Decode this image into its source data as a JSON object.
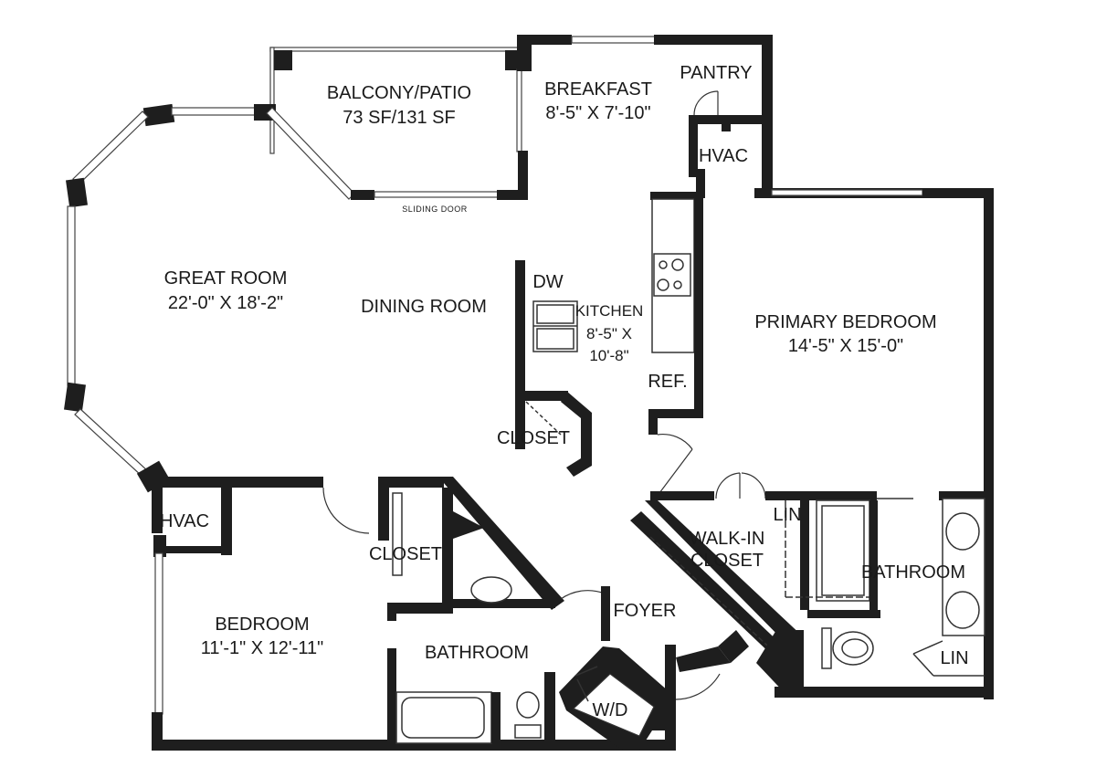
{
  "rooms": {
    "balcony": {
      "name": "BALCONY/PATIO",
      "size": "73 SF/131 SF"
    },
    "breakfast": {
      "name": "BREAKFAST",
      "size": "8'-5\" X 7'-10\""
    },
    "pantry": {
      "name": "PANTRY"
    },
    "hvac_top": {
      "name": "HVAC"
    },
    "great_room": {
      "name": "GREAT ROOM",
      "size": "22'-0\" X 18'-2\""
    },
    "dining_room": {
      "name": "DINING ROOM"
    },
    "dw": {
      "name": "DW"
    },
    "kitchen": {
      "name": "KITCHEN",
      "size_line1": "8'-5\" X",
      "size_line2": "10'-8\""
    },
    "ref": {
      "name": "REF."
    },
    "closet_kitchen": {
      "name": "CLOSET"
    },
    "primary_bedroom": {
      "name": "PRIMARY BEDROOM",
      "size": "14'-5\" X 15'-0\""
    },
    "hvac_left": {
      "name": "HVAC"
    },
    "closet_bedroom": {
      "name": "CLOSET"
    },
    "bedroom": {
      "name": "BEDROOM",
      "size": "11'-1\" X 12'-11\""
    },
    "bathroom_left": {
      "name": "BATHROOM"
    },
    "foyer": {
      "name": "FOYER"
    },
    "wd": {
      "name": "W/D"
    },
    "walk_in_closet": {
      "name_line1": "WALK-IN",
      "name_line2": "CLOSET"
    },
    "lin_top": {
      "name": "LIN"
    },
    "bathroom_right": {
      "name": "BATHROOM"
    },
    "lin_bottom": {
      "name": "LIN"
    }
  },
  "labels": {
    "sliding_door": "SLIDING DOOR"
  }
}
